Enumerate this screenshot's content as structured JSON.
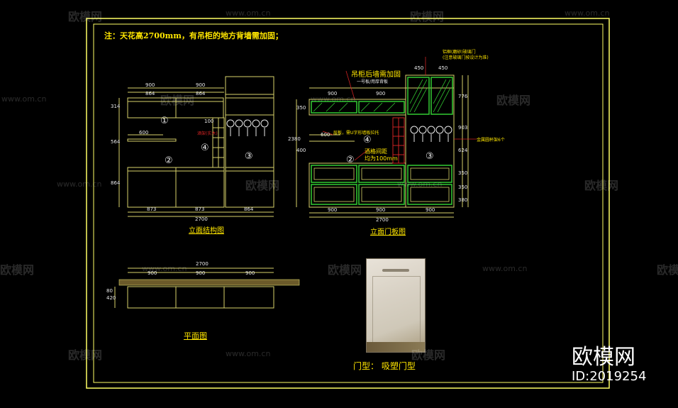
{
  "note": "注：天花高2700mm，有吊柜的地方背墙需加固；",
  "left_elevation": {
    "title": "立面结构图",
    "top_dims": [
      "900",
      "900"
    ],
    "inner_dims": [
      "864",
      "864"
    ],
    "bottom_dims": [
      "873",
      "873",
      "864"
    ],
    "total": "2700",
    "left_dims": [
      "314",
      "564",
      "864"
    ],
    "dim_600": "600",
    "right_dim_100": "100",
    "small_note": "酒架(实木)",
    "markers": [
      "①",
      "②",
      "③",
      "④"
    ]
  },
  "right_elevation": {
    "title": "立面门板图",
    "note_top": "吊柜后墙需加固",
    "note_top_sub": "一号板/用厚背板",
    "note_mid": "层板，需U字形墙板拉托",
    "note_wine": "酒格间距",
    "note_wine2": "均为100mm",
    "note_topright": "铝框(磨砂)玻璃门",
    "note_topright2": "(注意玻璃门按设计为准)",
    "note_right": "金属圆杯架6个",
    "top_dims": [
      "900",
      "900",
      "450",
      "450"
    ],
    "bottom_dims": [
      "900",
      "900",
      "900"
    ],
    "total": "2700",
    "left_dims": [
      "350",
      "2380",
      "400"
    ],
    "dim_600": "600",
    "right_dims": [
      "776",
      "903",
      "624",
      "350",
      "350",
      "380"
    ],
    "markers": [
      "③",
      "④",
      "②"
    ]
  },
  "plan": {
    "title": "平面图",
    "total": "2700",
    "dims": [
      "900",
      "900",
      "900"
    ],
    "depth_dims": [
      "420",
      "80"
    ]
  },
  "door": {
    "caption": "门型： 吸塑门型"
  },
  "watermark": {
    "brand": "欧模网",
    "url": "www.om.cn",
    "id": "ID:2019254"
  },
  "colors": {
    "frame": "#ffff66",
    "line": "#d8d26a",
    "green": "#33cc33",
    "red": "#cc2222",
    "white": "#e8e8e8"
  }
}
